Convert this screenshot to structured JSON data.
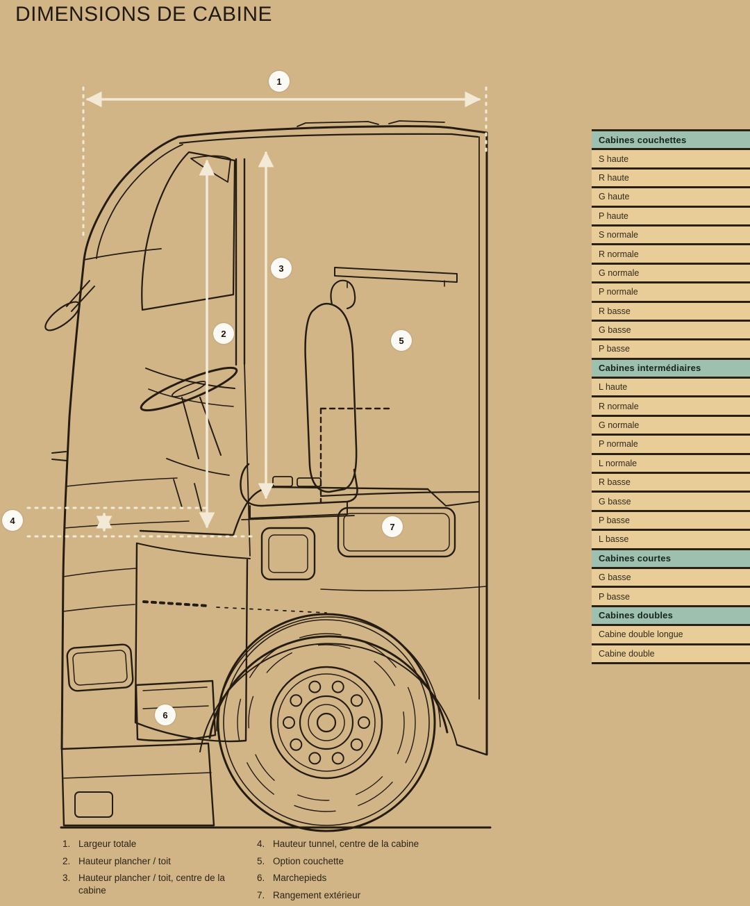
{
  "page": {
    "title": "DIMENSIONS DE CABINE"
  },
  "colors": {
    "background": "#d2b587",
    "line_art": "#241c10",
    "dimension_lines": "#f2ead6",
    "table_header_bg": "#9dc0af",
    "table_row_bg": "#e9cd98",
    "table_border": "#292115"
  },
  "diagram": {
    "callouts": [
      "1",
      "2",
      "3",
      "4",
      "5",
      "6",
      "7"
    ]
  },
  "table": {
    "sections": [
      {
        "title": "Cabines couchettes",
        "rows": [
          "S haute",
          "R haute",
          "G haute",
          "P haute",
          "S normale",
          "R normale",
          "G normale",
          "P normale",
          "R basse",
          "G basse",
          "P basse"
        ]
      },
      {
        "title": "Cabines intermédiaires",
        "rows": [
          "L haute",
          "R normale",
          "G normale",
          "P normale",
          "L normale",
          "R basse",
          "G basse",
          "P basse",
          "L basse"
        ]
      },
      {
        "title": "Cabines courtes",
        "rows": [
          "G basse",
          "P basse"
        ]
      },
      {
        "title": "Cabines doubles",
        "rows": [
          "Cabine double longue",
          "Cabine double"
        ]
      }
    ]
  },
  "legend": {
    "col1": [
      {
        "num": "1.",
        "text": "Largeur totale"
      },
      {
        "num": "2.",
        "text": "Hauteur plancher / toit"
      },
      {
        "num": "3.",
        "text": "Hauteur plancher / toit, centre de la cabine"
      }
    ],
    "col2": [
      {
        "num": "4.",
        "text": "Hauteur tunnel, centre de la cabine"
      },
      {
        "num": "5.",
        "text": "Option couchette"
      },
      {
        "num": "6.",
        "text": "Marchepieds"
      },
      {
        "num": "7.",
        "text": "Rangement extérieur"
      }
    ]
  }
}
